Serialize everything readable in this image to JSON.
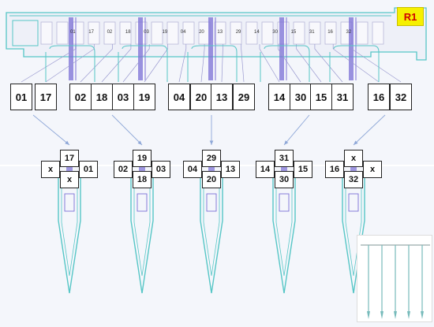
{
  "badge": "R1",
  "pad_labels": [
    "01",
    "17",
    "02",
    "18",
    "03",
    "19",
    "04",
    "20",
    "13",
    "29",
    "14",
    "30",
    "15",
    "31",
    "16",
    "32"
  ],
  "big_labels": [
    "01",
    "17",
    "02",
    "18",
    "03",
    "19",
    "04",
    "20",
    "13",
    "29",
    "14",
    "30",
    "15",
    "31",
    "16",
    "32"
  ],
  "probes": [
    {
      "top": "17",
      "left": "x",
      "right": "01",
      "bottom": "x"
    },
    {
      "top": "19",
      "left": "02",
      "right": "03",
      "bottom": "18"
    },
    {
      "top": "29",
      "left": "04",
      "right": "13",
      "bottom": "20"
    },
    {
      "top": "31",
      "left": "14",
      "right": "15",
      "bottom": "30"
    },
    {
      "top": "x",
      "left": "16",
      "right": "x",
      "bottom": "32"
    }
  ],
  "colors": {
    "trace": "#56c6c6",
    "metal": "#7b6fd6",
    "arrow": "#8fa8d8",
    "badge_bg": "#f6f000",
    "badge_text": "#d00000"
  }
}
